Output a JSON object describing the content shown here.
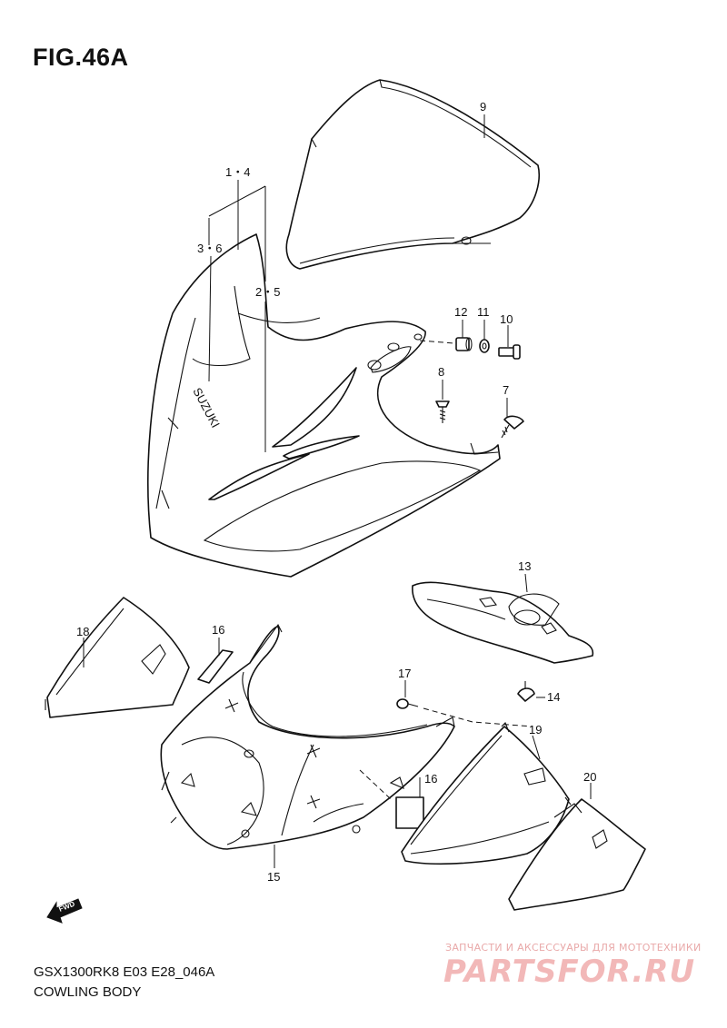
{
  "figure": {
    "title": "FIG.46A"
  },
  "footer": {
    "model_code": "GSX1300RK8 E03 E28_046A",
    "section_name": "COWLING BODY"
  },
  "brand_on_part": "SUZUKI",
  "fwd_label": "FWD",
  "watermark": {
    "tagline": "ЗАПЧАСТИ И АКСЕССУАРЫ ДЛЯ МОТОТЕХНИКИ",
    "logo_text": "PARTSFOR.RU"
  },
  "callouts": {
    "c1_4": "1・4",
    "c3_6": "3・6",
    "c2_5": "2・5",
    "c7": "7",
    "c8": "8",
    "c9": "9",
    "c10": "10",
    "c11": "11",
    "c12": "12",
    "c13": "13",
    "c14": "14",
    "c15": "15",
    "c16a": "16",
    "c16b": "16",
    "c17": "17",
    "c18": "18",
    "c19": "19",
    "c20": "20"
  },
  "colors": {
    "line": "#111111",
    "background": "#ffffff",
    "watermark": "#f2b8b8"
  }
}
